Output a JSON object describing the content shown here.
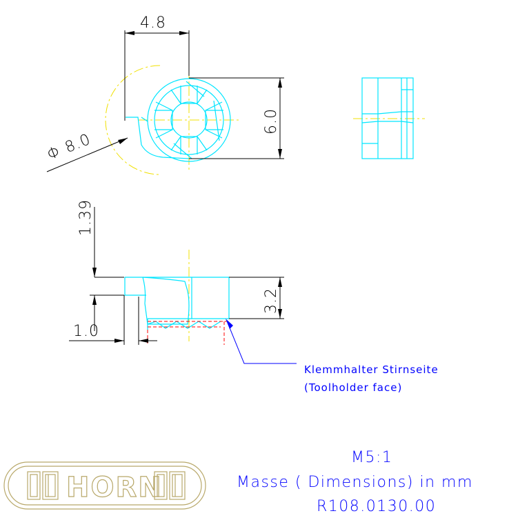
{
  "colors": {
    "background": "#ffffff",
    "dimension": "#000000",
    "part_outline": "#00e5ff",
    "centerline": "#f0e000",
    "title": "#0000ff",
    "leader": "#0000ff",
    "hidden": "#ff0000",
    "logo": "#b8a86a"
  },
  "dimensions": {
    "width_top": "4.8",
    "diameter": "Φ 8.0",
    "height_right": "6.0",
    "offset_top": "1.39",
    "thickness": "3.2",
    "step": "1.0"
  },
  "note": {
    "line1": "Klemmhalter Stirnseite",
    "line2": "(Toolholder face)"
  },
  "title_block": {
    "scale": "M5:1",
    "units": "Masse ( Dimensions) in mm",
    "part_number": "R108.0130.00"
  },
  "logo": {
    "text": "HORN",
    "icon": "horn-logo"
  }
}
